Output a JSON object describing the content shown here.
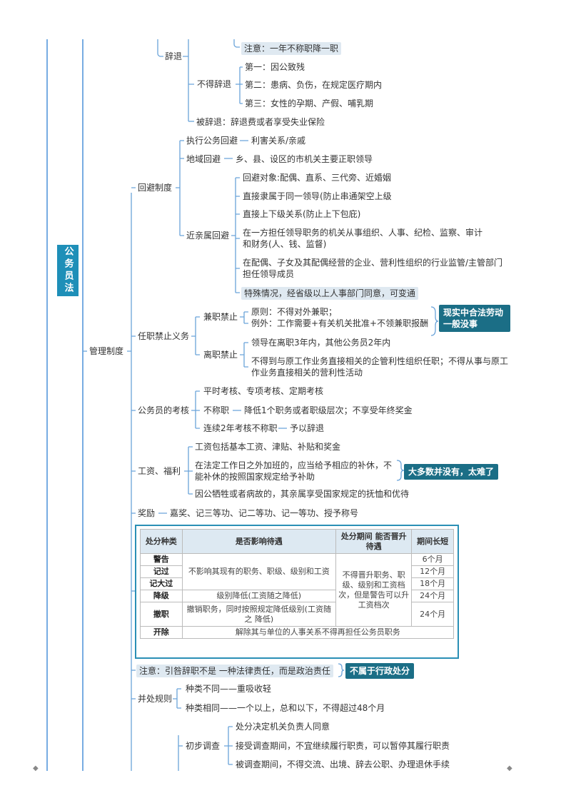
{
  "root": "公务员法",
  "branches": {
    "cizhi": "辞退",
    "notice_demotion": "注意：一年不称职降一职",
    "bude_cizhi": "不得辞退",
    "bude_items": [
      "第一：因公致残",
      "第二：患病、负伤，在规定医疗期内",
      "第三：女性的孕期、产假、哺乳期"
    ],
    "bei_cizhi": "被辞退：辞退费或者享受失业保险",
    "huibi": "回避制度",
    "zhixing": "执行公务回避",
    "zhixing_val": "利害关系/亲戚",
    "diyu": "地域回避",
    "diyu_val": "乡、县、设区的市机关主要正职领导",
    "jinqinshu": "近亲属回避",
    "jinqinshu_items": [
      "回避对象:配偶、直系、三代旁、近婚姻",
      "直接隶属于同一领导(防止串通架空上级",
      "直接上下级关系(防止上下包庇)",
      "在一方担任领导职务的机关从事组织、人事、纪检、监察、审计和财务(人、钱、监督)",
      "在配偶、子女及其配偶经营的企业、营利性组织的行业监管/主管部门担任领导成员",
      "特殊情况，经省级以上人事部门同意，可变通"
    ],
    "guanli": "管理制度",
    "renzhi": "任职禁止义务",
    "jianzhi": "兼职禁止",
    "jianzhi_items": [
      "原则：不得对外兼职；",
      "例外：工作需要+有关机关批准+不领兼职报酬"
    ],
    "tag_jianzhi": "现实中合法劳动一般没事",
    "lizhi": "离职禁止",
    "lizhi_items": [
      "领导在离职3年内，其他公务员2年内",
      "不得到与原工作业务直接相关的企管利性组织任职；不得从事与原工作业务直接相关的营利性活动"
    ],
    "kaohe": "公务员的考核",
    "kaohe_items": [
      "平时考核、专项考核、定期考核"
    ],
    "buchengzhi": "不称职",
    "buchengzhi_val": "降低1个职务或者职级层次；不享受年终奖金",
    "lianxu": "连续2年考核不称职",
    "lianxu_val": "予以辞退",
    "gongzi": "工资、福利",
    "gongzi_items": [
      "工资包括基本工资、津贴、补贴和奖金",
      "在法定工作日之外加班的，应当给予相应的补休，不能补休的按照国家规定给予补助",
      "因公牺牲或者病故的，其亲属享受国家规定的抚恤和优待"
    ],
    "tag_gongzi": "大多数并没有，太难了",
    "jiangli": "奖励",
    "jiangli_val": "嘉奖、记三等功、记二等功、记一等功、授予称号",
    "notice_cizhi": "注意：引咎辞职不是 一种法律责任，而是政治责任",
    "tag_notice": "不属于行政处分",
    "bingchu": "并处规则",
    "bingchu_items": [
      "种类不同——重吸收轻",
      "种类相同——一个以上，总和以下，不得超过48个月"
    ],
    "chubu": "初步调查",
    "chubu_items": [
      "处分决定机关负责人同意",
      "接受调查期间，不宜继续履行职责，可以暂停其履行职责",
      "被调查期间，不得交流、出境、辞去公职、办理退休手续"
    ]
  },
  "table": {
    "headers": [
      "处分种类",
      "是否影响待遇",
      "处分期间 能否晋升待遇",
      "期间长短"
    ],
    "kinds": [
      "警告",
      "记过",
      "记大过",
      "降级",
      "撤职",
      "开除"
    ],
    "effect_common": "不影响其现有的职务、职级、级别和工资",
    "effect_jiangji": "级别降低(工资随之降低)",
    "effect_chezhi": "撤销职务，同时按照规定降低级别(工资随之 降低)",
    "effect_kaichu": "解除其与单位的人事关系不得再担任公务员职务",
    "promote": "不得晋升职务、职级、级别和工资档次，但是警告可以升工资档次",
    "durations": [
      "6个月",
      "12个月",
      "18个月",
      "24个月",
      "24个月"
    ]
  },
  "colors": {
    "accent": "#1e8fb8",
    "tag": "#1b6e86",
    "line": "#6aa3d9",
    "highlight": "#dfe9f1"
  }
}
